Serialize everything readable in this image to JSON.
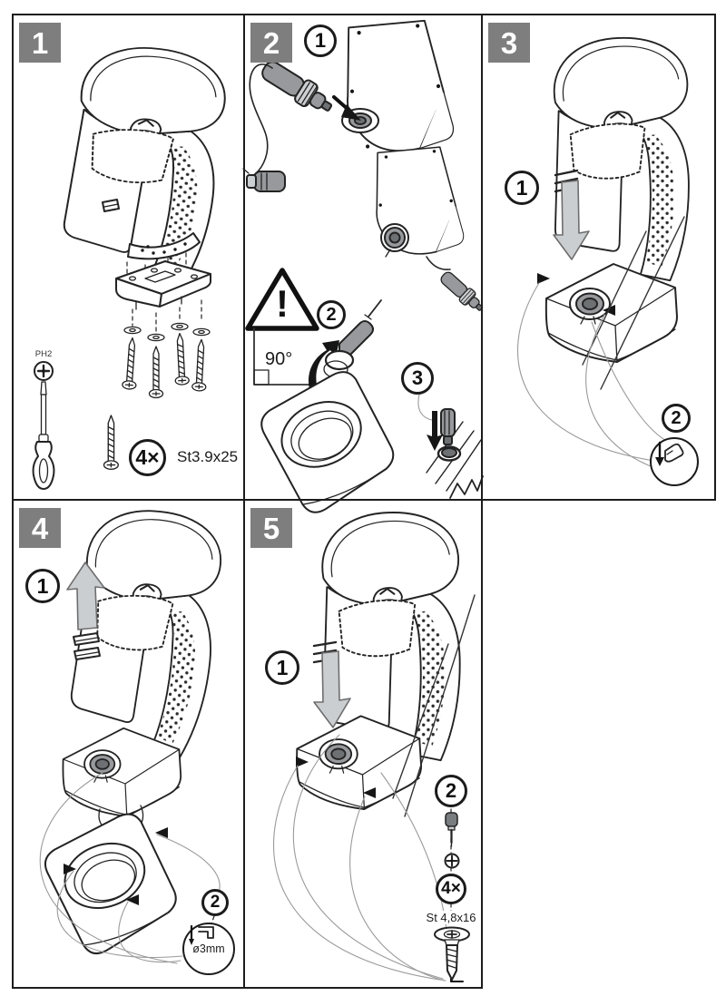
{
  "sheet": {
    "background": "#ffffff",
    "border_color": "#1c1c1c",
    "badge_bg": "#7e7e7e",
    "badge_text_color": "#ffffff",
    "part_gray": "#97999c",
    "arrow_gray": "#cbced0",
    "leader_gray": "#9a9a9a"
  },
  "panel1": {
    "badge": "1",
    "bit_label": "PH2",
    "quantity": "4×",
    "screw_spec": "St3.9x25"
  },
  "panel2": {
    "badge": "2",
    "step1": "1",
    "step2": "2",
    "step3": "3",
    "warning_mark": "!",
    "angle_label": "90°"
  },
  "panel3": {
    "badge": "3",
    "step1": "1",
    "step2": "2"
  },
  "panel4": {
    "badge": "4",
    "step1": "1",
    "step2": "2",
    "drill_spec": "ø3mm"
  },
  "panel5": {
    "badge": "5",
    "step1": "1",
    "step2": "2",
    "quantity": "4×",
    "screw_spec": "St 4,8x16"
  },
  "icons": {
    "panel1": [
      "phillips-bit-icon",
      "screwdriver-icon",
      "screw-icon",
      "washer-icon"
    ],
    "panel2": [
      "power-plug-icon",
      "warning-triangle-icon",
      "right-angle-icon",
      "rotate-arrow-icon",
      "insert-arrow-icon"
    ],
    "panel3": [
      "slide-down-arrow-icon",
      "press-hand-icon"
    ],
    "panel4": [
      "lift-up-arrow-icon",
      "drill-bit-icon"
    ],
    "panel5": [
      "slide-down-arrow-icon",
      "screwdriver-icon",
      "phillips-bit-icon",
      "flange-screw-icon"
    ]
  }
}
